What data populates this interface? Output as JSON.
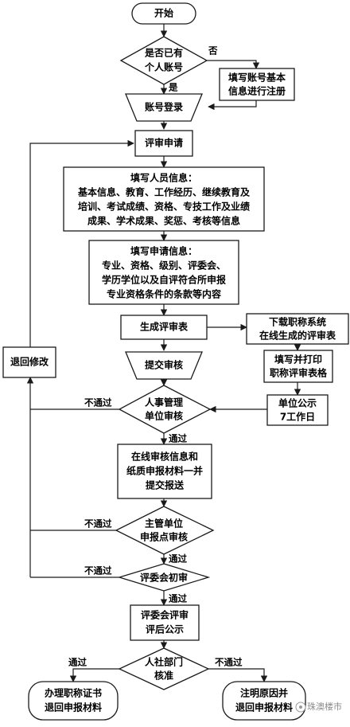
{
  "nodes": {
    "start": "开始",
    "has_account": [
      "是否已有",
      "个人账号"
    ],
    "register": [
      "填写账号基本",
      "信息进行注册"
    ],
    "login": "账号登录",
    "apply": "评审申请",
    "personal_info": [
      "填写人员信息：",
      "基本信息、教育、工作经历、继续教育及",
      "培训、考试成绩、资格、专技工作及业绩",
      "成果、学术成果、奖惩、考核等信息"
    ],
    "application_info": [
      "填写申请信息：",
      "专业、资格、级别、评委会、",
      "学历学位以及自评符合所申报",
      "专业资格条件的条款等内容"
    ],
    "generate_form": "生成评审表",
    "download_form": [
      "下载职称系统",
      "在线生成的评审表"
    ],
    "print_form": [
      "填写并打印",
      "职称评审表格"
    ],
    "unit_publicity": [
      "单位公示",
      "7工作日"
    ],
    "submit_review": "提交审核",
    "hr_review": [
      "人事管理",
      "单位审核"
    ],
    "online_submit": [
      "在线审核信息和",
      "纸质申报材料一并",
      "提交报送"
    ],
    "authority_review": [
      "主管单位",
      "申报点审核"
    ],
    "committee_prelim": "评委会初审",
    "committee_review": [
      "评委会评审",
      "评后公示"
    ],
    "hrss_approval": [
      "人社部门",
      "核准"
    ],
    "issue_certificate": [
      "办理职称证书",
      "退回申报材料"
    ],
    "state_reasons": [
      "注明原因并",
      "退回申报材料"
    ],
    "return_modify": "退回修改"
  },
  "edge_labels": {
    "no": "否",
    "yes": "是",
    "fail_hr": "不通过",
    "pass_hr": "通过",
    "fail_authority": "不通过",
    "pass_authority": "通过",
    "fail_committee": "不通过",
    "pass_committee": "通过",
    "pass_final": "通过",
    "fail_final": "不通过"
  },
  "watermark": "珠澳楼市"
}
